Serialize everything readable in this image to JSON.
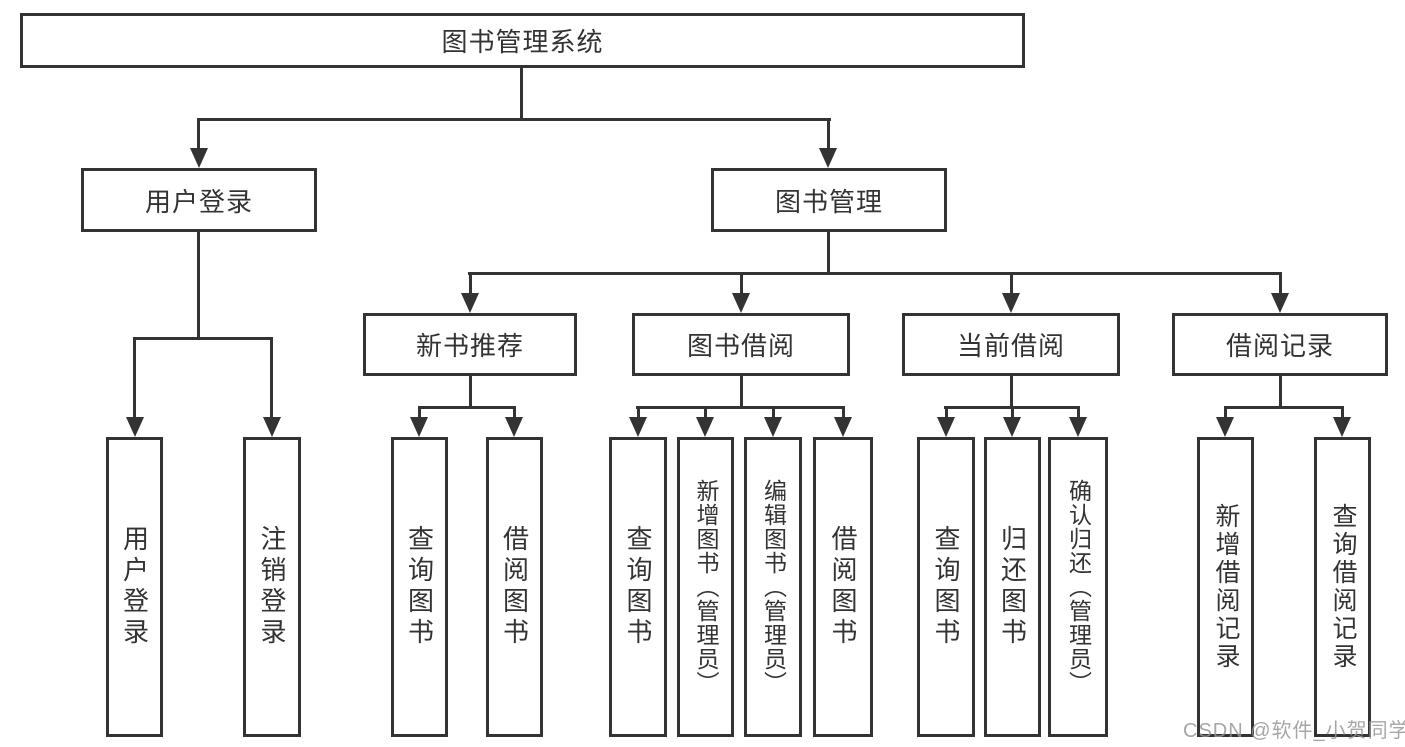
{
  "tree": {
    "root": {
      "label": "图书管理系统"
    },
    "user_login": {
      "label": "用户登录",
      "children": [
        {
          "label": "用户登录"
        },
        {
          "label": "注销登录"
        }
      ]
    },
    "book_management": {
      "label": "图书管理",
      "sections": [
        {
          "label": "新书推荐",
          "children": [
            {
              "label": "查询图书"
            },
            {
              "label": "借阅图书"
            }
          ]
        },
        {
          "label": "图书借阅",
          "children": [
            {
              "label": "查询图书"
            },
            {
              "label": "新增图书（管理员）"
            },
            {
              "label": "编辑图书（管理员）"
            },
            {
              "label": "借阅图书"
            }
          ]
        },
        {
          "label": "当前借阅",
          "children": [
            {
              "label": "查询图书"
            },
            {
              "label": "归还图书"
            },
            {
              "label": "确认归还（管理员）"
            }
          ]
        },
        {
          "label": "借阅记录",
          "children": [
            {
              "label": "新增借阅记录"
            },
            {
              "label": "查询借阅记录"
            }
          ]
        }
      ]
    }
  },
  "watermark": {
    "text": "CSDN @软件_小贺同学"
  },
  "colors": {
    "line": "#333333",
    "text": "#333333",
    "watermark": "#969696",
    "background": "#ffffff"
  }
}
